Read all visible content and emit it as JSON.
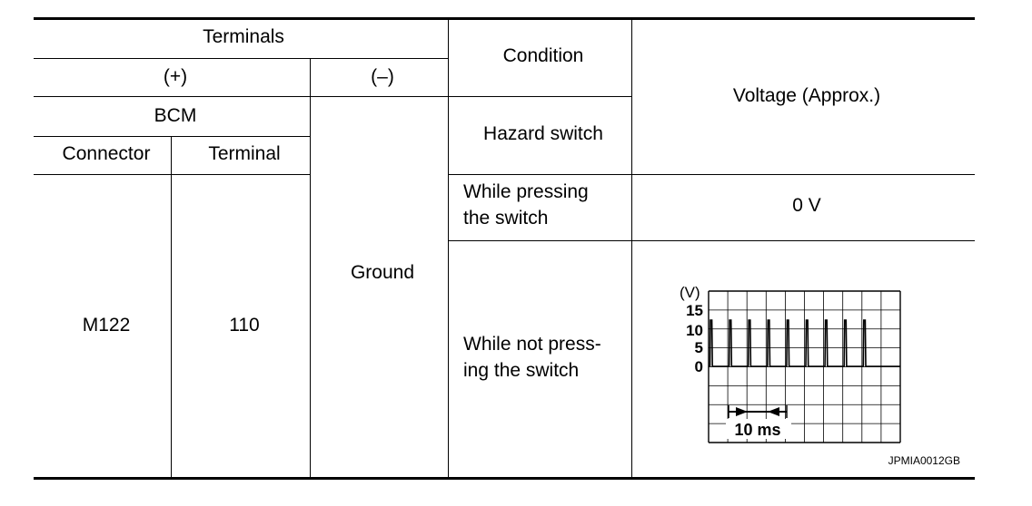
{
  "table": {
    "header": {
      "terminals": "Terminals",
      "plus": "(+)",
      "minus": "(–)",
      "condition": "Condition",
      "voltage": "Voltage (Approx.)",
      "bcm": "BCM",
      "connector": "Connector",
      "terminal": "Terminal",
      "hazard_switch": "Hazard switch"
    },
    "rows": {
      "connector_value": "M122",
      "terminal_value": "110",
      "ground": "Ground",
      "pressing_line1": "While pressing",
      "pressing_line2": "the switch",
      "pressing_voltage": "0 V",
      "not_pressing_line1": "While not press-",
      "not_pressing_line2": "ing the switch"
    }
  },
  "waveform": {
    "unit_label": "(V)",
    "y_ticks": [
      "15",
      "10",
      "5",
      "0"
    ],
    "time_label": "10 ms",
    "figure_id": "JPMIA0012GB"
  }
}
